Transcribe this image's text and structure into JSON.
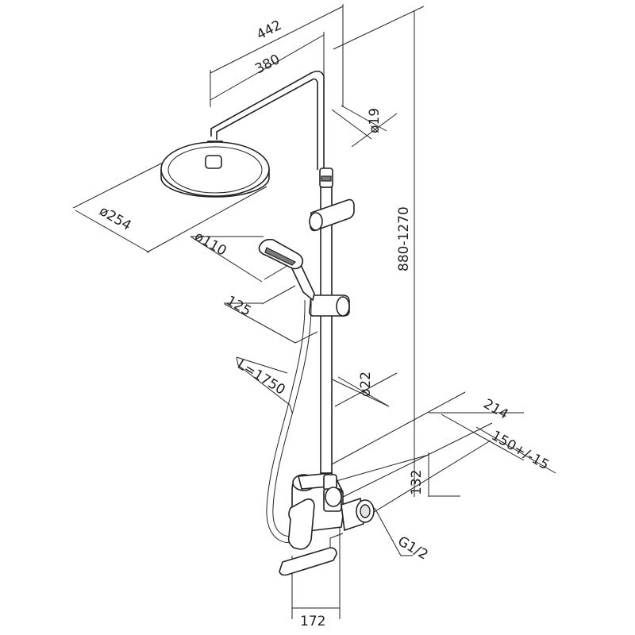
{
  "dimensions": {
    "arm_overall": "442",
    "arm_reach": "380",
    "riser_diameter": "ø19",
    "head_diameter": "ø254",
    "hand_shower_diameter": "ø110",
    "hand_shower_length": "125",
    "hose_length": "L=1750",
    "lower_pipe_diameter": "ø22",
    "wall_depth": "214",
    "connection_spacing": "150+/-15",
    "mixer_height": "132",
    "thread": "G1/2",
    "spout_projection": "172",
    "height_range": "880-1270"
  }
}
